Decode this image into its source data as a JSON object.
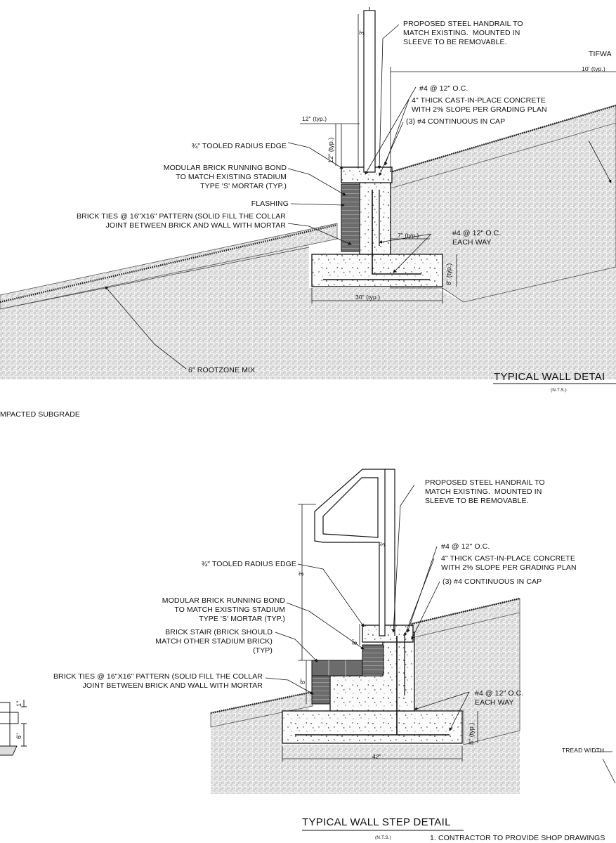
{
  "top_detail": {
    "title": "TYPICAL WALL DETAI",
    "nts": "(N.T.S.)",
    "handrail_note": [
      "PROPOSED STEEL HANDRAIL TO",
      "MATCH EXISTING.  MOUNTED IN",
      "SLEEVE TO BE REMOVABLE."
    ],
    "tifway": "TIFWA",
    "dim_10": "10' (typ.)",
    "dim_3": "3'",
    "rebar_top": "#4 @ 12\" O.C.",
    "concrete_note": [
      "4\" THICK CAST-IN-PLACE CONCRETE",
      "WITH 2% SLOPE PER GRADING PLAN"
    ],
    "cap_note": "(3) #4 CONTINUOUS IN CAP",
    "dim_12h": "12\" (typ.)",
    "dim_12v": "12\" (typ.)",
    "radius_note": "¾\" TOOLED RADIUS EDGE",
    "brick_note": [
      "MODULAR BRICK RUNNING BOND",
      "TO MATCH EXISTING STADIUM",
      "TYPE 'S' MORTAR (TYP.)"
    ],
    "flashing": "FLASHING",
    "ties_note": [
      "BRICK TIES @ 16\"X16\" PATTERN (SOLID FILL THE COLLAR",
      "JOINT BETWEEN BRICK AND WALL WITH MORTAR"
    ],
    "dim_7": "7\" (typ.)",
    "rebar_each": [
      "#4 @ 12\" O.C.",
      "EACH WAY"
    ],
    "dim_8": "8\" (typ.)",
    "dim_30": "30\" (typ.)",
    "rootzone": "6\" ROOTZONE MIX",
    "subgrade": "MPACTED SUBGRADE"
  },
  "bottom_detail": {
    "title": "TYPICAL WALL STEP DETAIL",
    "nts": "(N.T.S.)",
    "handrail_note": [
      "PROPOSED STEEL HANDRAIL TO",
      "MATCH EXISTING.  MOUNTED IN",
      "SLEEVE TO BE REMOVABLE."
    ],
    "dim_3a": "3'",
    "dim_3b": "3'",
    "rebar_top": "#4 @ 12\" O.C.",
    "concrete_note": [
      "4\" THICK CAST-IN-PLACE CONCRETE",
      "WITH 2% SLOPE PER GRADING PLAN"
    ],
    "cap_note": "(3) #4 CONTINUOUS IN CAP",
    "radius_note": "¾\" TOOLED RADIUS EDGE",
    "brick_note": [
      "MODULAR BRICK RUNNING BOND",
      "TO MATCH EXISTING STADIUM",
      "TYPE 'S' MORTAR (TYP.)"
    ],
    "stair_note": [
      "BRICK STAIR (BRICK SHOULD",
      "MATCH OTHER STADIUM BRICK)",
      "(TYP)"
    ],
    "ties_note": [
      "BRICK TIES @ 16\"X16\" PATTERN (SOLID FILL THE COLLAR",
      "JOINT BETWEEN BRICK AND WALL WITH MORTAR"
    ],
    "dim_8a": "8\"",
    "dim_8b": "8\"",
    "rebar_each": [
      "#4 @ 12\" O.C.",
      "EACH WAY"
    ],
    "dim_8typ": "8\" (typ.)",
    "dim_42": "42\"",
    "tread_width": "TREAD WIDTH",
    "side_1": "1\"",
    "side_6": "6\"",
    "contractor_note": "1. CONTRACTOR TO PROVIDE SHOP DRAWINGS"
  }
}
